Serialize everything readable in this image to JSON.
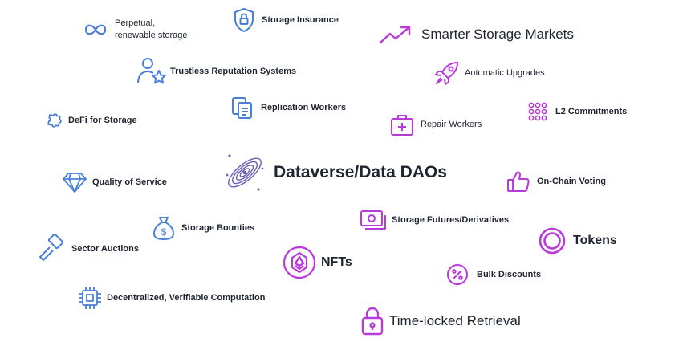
{
  "colors": {
    "blue": "#4a7fd6",
    "purple": "#b73ad9",
    "text": "#1f2430"
  },
  "features": [
    {
      "id": "perpetual",
      "label_line1": "Perpetual,",
      "label_line2": "renewable storage",
      "icon": "infinity-icon"
    },
    {
      "id": "storage-insurance",
      "label": "Storage Insurance",
      "icon": "shield-icon"
    },
    {
      "id": "smarter-storage-markets",
      "label": "Smarter Storage Markets",
      "icon": "trending-up-icon"
    },
    {
      "id": "trustless-reputation",
      "label": "Trustless Reputation Systems",
      "icon": "user-star-icon"
    },
    {
      "id": "automatic-upgrades",
      "label": "Automatic Upgrades",
      "icon": "rocket-icon"
    },
    {
      "id": "replication-workers",
      "label": "Replication Workers",
      "icon": "clipboard-icon"
    },
    {
      "id": "l2-commitments",
      "label": "L2 Commitments",
      "icon": "dot-grid-icon"
    },
    {
      "id": "defi-storage",
      "label": "DeFi for Storage",
      "icon": "puzzle-icon"
    },
    {
      "id": "repair-workers",
      "label": "Repair Workers",
      "icon": "first-aid-kit-icon"
    },
    {
      "id": "dataverse",
      "label": "Dataverse/Data DAOs",
      "icon": "galaxy-icon"
    },
    {
      "id": "quality-of-service",
      "label": "Quality of Service",
      "icon": "diamond-icon"
    },
    {
      "id": "on-chain-voting",
      "label": "On-Chain Voting",
      "icon": "thumbs-up-icon"
    },
    {
      "id": "storage-futures",
      "label": "Storage Futures/Derivatives",
      "icon": "banknotes-icon"
    },
    {
      "id": "storage-bounties",
      "label": "Storage Bounties",
      "icon": "money-bag-icon"
    },
    {
      "id": "tokens",
      "label": "Tokens",
      "icon": "token-ring-icon"
    },
    {
      "id": "sector-auctions",
      "label": "Sector Auctions",
      "icon": "gavel-icon"
    },
    {
      "id": "nfts",
      "label": "NFTs",
      "icon": "nft-hexagon-icon"
    },
    {
      "id": "bulk-discounts",
      "label": "Bulk Discounts",
      "icon": "percent-icon"
    },
    {
      "id": "verifiable-computation",
      "label": "Decentralized, Verifiable Computation",
      "icon": "cpu-chip-icon"
    },
    {
      "id": "time-locked-retrieval",
      "label": "Time-locked Retrieval",
      "icon": "padlock-icon"
    }
  ]
}
